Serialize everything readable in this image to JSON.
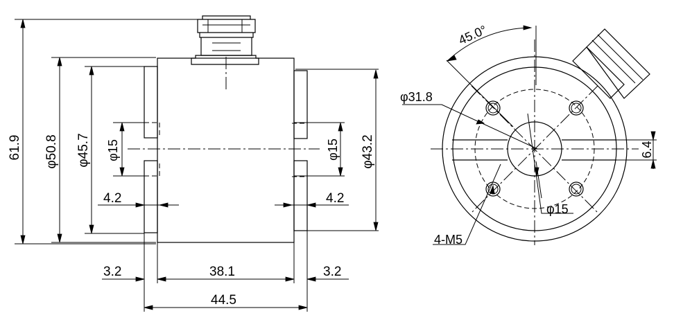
{
  "views": {
    "side": {
      "dimensions": {
        "overall_height": "61.9",
        "flange_diameter": "φ50.8",
        "body_diameter": "φ45.7",
        "left_bore": "φ15",
        "right_bore": "φ15",
        "right_diameter": "φ43.2",
        "left_recess": "4.2",
        "right_recess": "4.2",
        "left_flange_width": "3.2",
        "body_length": "38.1",
        "right_flange_width": "3.2",
        "overall_length": "44.5"
      }
    },
    "end": {
      "dimensions": {
        "angle": "45.0°",
        "bolt_circle": "φ31.8",
        "center_bore": "φ15",
        "slot_width": "6.4",
        "threaded_holes": "4-M5"
      }
    }
  }
}
